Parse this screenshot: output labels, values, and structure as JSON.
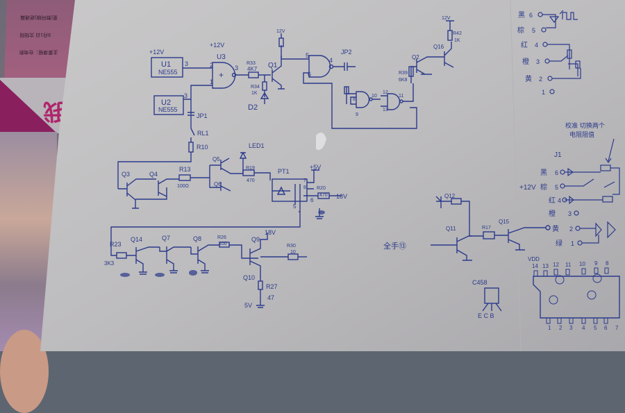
{
  "magazine": {
    "lines": [
      "星(数码版)逝通篇",
      "9月1日 文阳阳",
      "主要课程：在电影"
    ],
    "big_char": "我"
  },
  "schematic": {
    "top": {
      "u1_vcc": "+12V",
      "u1": "U1",
      "u1_chip": "NE555",
      "u1_pin": "3",
      "u2": "U2",
      "u2_chip": "NE555",
      "u2_pin": "3",
      "u3_vcc": "+12V",
      "u3": "U3",
      "u3_pin2": "2",
      "u3_pin1": "1",
      "u3_pin3": "3",
      "u3_sign": "+",
      "jp1": "JP1",
      "rl1": "RL1",
      "r10": "R10",
      "r33": "R33",
      "r33_val": "4K7",
      "q1": "Q1",
      "q1_vcc": "12V",
      "r34": "R34",
      "r34_val": "1K",
      "d2": "D2",
      "gate1_pin5": "5",
      "gate1_pin6": "6",
      "gate1_pin4": "4",
      "jp2": "JP2",
      "gate2_pin8": "8",
      "gate2_pin9": "9",
      "gate2_pin10": "10",
      "gate3_pin12": "12",
      "gate3_pin13": "13",
      "gate3_pin11": "11",
      "q2": "Q2",
      "q16": "Q16",
      "r42": "R42",
      "r42_val": "1K",
      "q16_vcc": "12V",
      "r39": "R39",
      "r39_val": "6K8"
    },
    "connector_a": [
      {
        "color": "黑",
        "pin": "6"
      },
      {
        "color": "棕",
        "pin": "5"
      },
      {
        "color": "红",
        "pin": "4"
      },
      {
        "color": "橙",
        "pin": "3"
      },
      {
        "color": "黄",
        "pin": "2"
      },
      {
        "color": "",
        "pin": "1"
      }
    ],
    "note": [
      "校准 切换两个",
      "电阻阻值"
    ],
    "connector_j1": {
      "label": "J1",
      "rows": [
        {
          "prefix": "",
          "color": "黑",
          "pin": "6"
        },
        {
          "prefix": "+12V",
          "color": "棕",
          "pin": "5"
        },
        {
          "prefix": "",
          "color": "红",
          "pin": "4"
        },
        {
          "prefix": "",
          "color": "橙",
          "pin": "3"
        },
        {
          "prefix": "",
          "color": "黄",
          "pin": "2"
        },
        {
          "prefix": "",
          "color": "绿",
          "pin": "1"
        }
      ]
    },
    "middle": {
      "q3": "Q3",
      "q4": "Q4",
      "r13": "R13",
      "r13_val": "100Ω",
      "q5": "Q5",
      "q6": "Q6",
      "led1": "LED1",
      "r19": "R19",
      "r19_val": "470",
      "pt1": "PT1",
      "pt1_vcc": "+5V",
      "pt1_pin7": "7",
      "pt1_pin8": "8",
      "pt1_pin6": "6",
      "pt1_pin5": "5",
      "r20": "R20",
      "r20_val": "470",
      "v18": "18V"
    },
    "bottom": {
      "r23": "R23",
      "r23_val": "3K3",
      "q14": "Q14",
      "q7": "Q7",
      "q8": "Q8",
      "r26": "R26",
      "r26_val": "100",
      "q9": "Q9",
      "q9_vcc": "18V",
      "r30": "R30",
      "r30_val": "10",
      "q10": "Q10",
      "r27": "R27",
      "r27_val": "47",
      "v5": "5V"
    },
    "right_bottom": {
      "q12": "Q12",
      "q11": "Q11",
      "r17": "R17",
      "q15": "Q15",
      "input_label": "全手⑬",
      "c458": "C458",
      "ecb": "E C B",
      "vdd": "VDD",
      "top_pins": [
        "14",
        "13",
        "12",
        "11",
        "10",
        "9",
        "8"
      ],
      "bottom_pins": [
        "1",
        "2",
        "3",
        "4",
        "5",
        "6",
        "7"
      ]
    }
  }
}
